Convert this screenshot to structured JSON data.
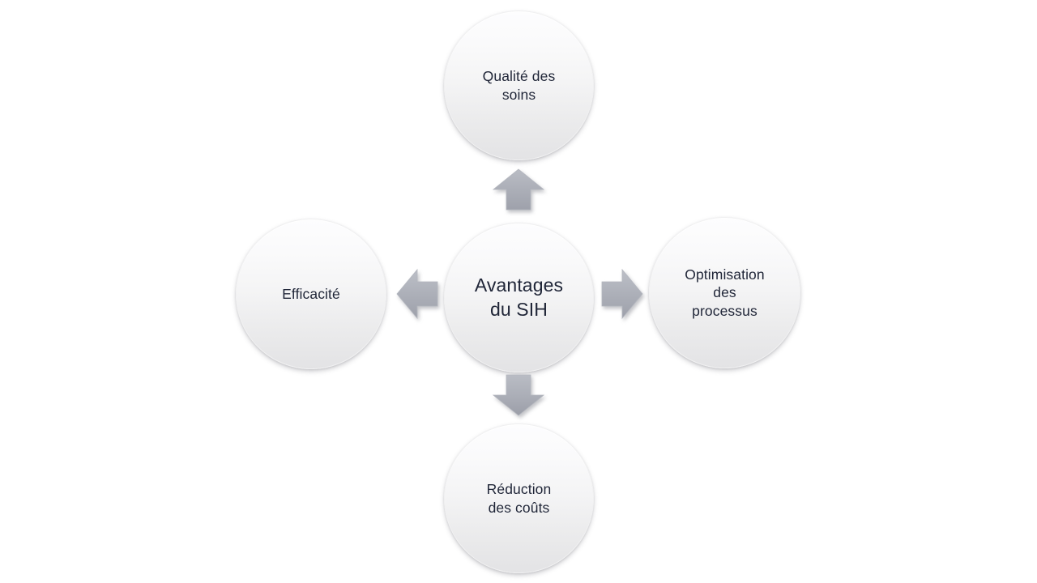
{
  "diagram": {
    "title": "Avantages du SIH",
    "type": "radial-hub-and-spoke",
    "background_color": "#ffffff",
    "node_fill_top": "#fdfdfe",
    "node_fill_bottom": "#e3e3e5",
    "node_border_color": "#f0f0f1",
    "text_color": "#1f2537",
    "arrow_fill_light": "#b6b9c1",
    "arrow_fill_dark": "#9b9ea8",
    "center": {
      "label": "Avantages\ndu SIH",
      "line1": "Avantages",
      "line2": "du SIH"
    },
    "spokes": [
      {
        "id": "top",
        "label": "Qualité des\nsoins",
        "line1": "Qualité des",
        "line2": "soins",
        "arrow_icon": "arrow-up-icon",
        "arrow_direction": "up"
      },
      {
        "id": "right",
        "label": "Optimisation\ndes\nprocessus",
        "line1": "Optimisation",
        "line2": "des",
        "line3": "processus",
        "arrow_icon": "arrow-right-icon",
        "arrow_direction": "right"
      },
      {
        "id": "bottom",
        "label": "Réduction\ndes coûts",
        "line1": "Réduction",
        "line2": "des coûts",
        "arrow_icon": "arrow-down-icon",
        "arrow_direction": "down"
      },
      {
        "id": "left",
        "label": "Efficacité",
        "line1": "Efficacité",
        "arrow_icon": "arrow-left-icon",
        "arrow_direction": "left"
      }
    ]
  }
}
